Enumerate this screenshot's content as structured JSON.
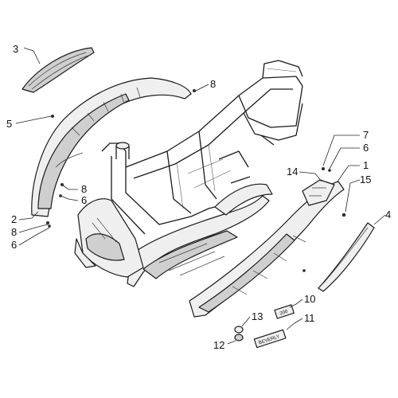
{
  "labels": {
    "l1": "1",
    "l2": "2",
    "l3": "3",
    "l4": "4",
    "l5": "5",
    "l6a": "6",
    "l6b": "6",
    "l6c": "6",
    "l7": "7",
    "l8a": "8",
    "l8b": "8",
    "l8c": "8",
    "l10": "10",
    "l11": "11",
    "l12": "12",
    "l13": "13",
    "l14": "14",
    "l15": "15"
  },
  "badges": {
    "badge_200": "200",
    "badge_beverly": "BEVERLY"
  },
  "colors": {
    "line": "#1a1a1a",
    "fill": "#efefef",
    "shade": "#cfcfcf",
    "background": "#ffffff"
  }
}
